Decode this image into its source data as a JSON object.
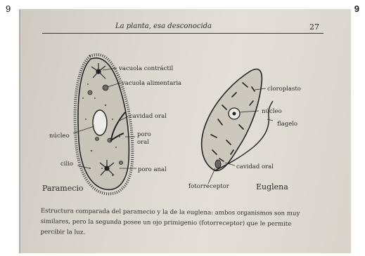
{
  "corner": {
    "left": "9",
    "right": "9"
  },
  "header": {
    "title": "La planta, esa desconocida",
    "page": "27"
  },
  "figure": {
    "paramecio": {
      "name": "Paramecio",
      "labels": {
        "vacuola_contractil": "vacuola contráctil",
        "vacuola_alimentaria": "vacuola alimentaria",
        "cavidad_oral": "cavidad oral",
        "nucleo": "núcleo",
        "poro": "poro",
        "oral": "oral",
        "cilio": "cilio",
        "poro_anal": "poro anal"
      }
    },
    "euglena": {
      "name": "Euglena",
      "labels": {
        "cloroplasto": "cloroplasto",
        "nucleo": "núcleo",
        "flagelo": "flagelo",
        "cavidad_oral": "cavidad oral",
        "fotorreceptor": "fotorreceptor"
      }
    }
  },
  "caption": "Estructura comparada del paramecio y la de la euglena: ambos organismos son muy similares, pero la segunda posee un ojo primigenio (fotorreceptor) que le permite percibir la luz."
}
